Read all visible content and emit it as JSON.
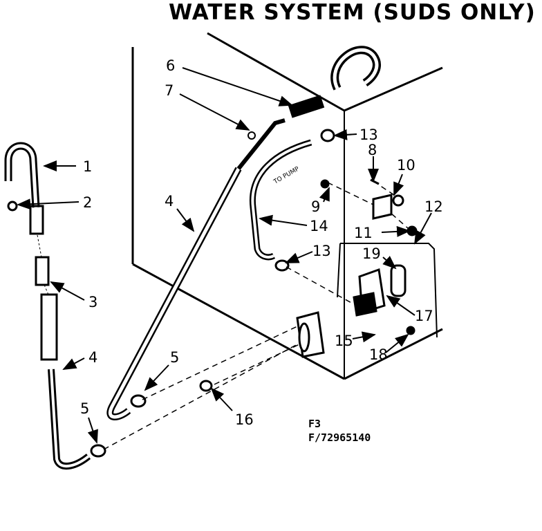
{
  "title": "WATER SYSTEM (SUDS ONLY)",
  "annotation": "TO PUMP",
  "figure_code": "F3",
  "part_code": "F/72965140",
  "callouts": {
    "c1": "1",
    "c2": "2",
    "c3": "3",
    "c4a": "4",
    "c4b": "4",
    "c5a": "5",
    "c5b": "5",
    "c6": "6",
    "c7": "7",
    "c8": "8",
    "c9": "9",
    "c10": "10",
    "c11": "11",
    "c12": "12",
    "c13a": "13",
    "c13b": "13",
    "c14": "14",
    "c15": "15",
    "c16": "16",
    "c17": "17",
    "c18": "18",
    "c19": "19"
  }
}
